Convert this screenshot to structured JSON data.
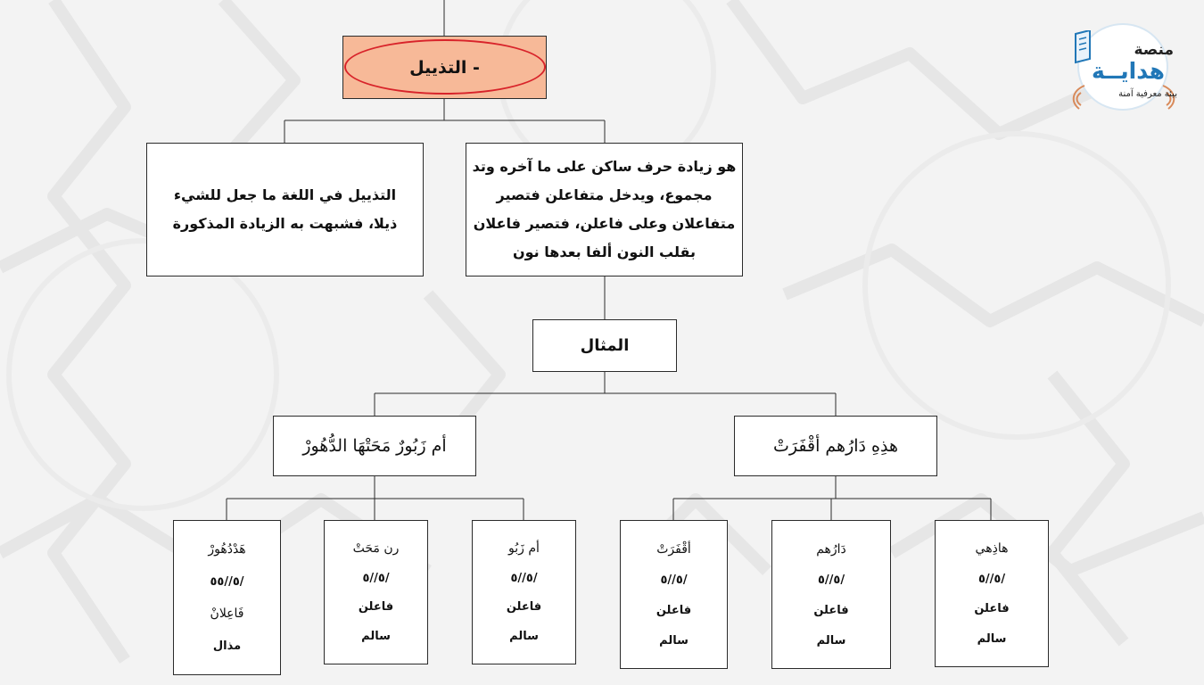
{
  "logo": {
    "line1": "منصة",
    "line2": "هدايــة",
    "line3": "بيئة معرفية آمنة"
  },
  "root": {
    "label": "- التذييل"
  },
  "definitions": {
    "right": "هو زيادة حرف ساكن على ما آخره وتد مجموع، ويدخل متفاعلن فتصير متفاعلان وعلى فاعلن، فتصير فاعلان بقلب النون ألفا بعدها نون",
    "left": "التذييل في اللغة ما جعل للشيء ذيلا، فشبهت به الزيادة المذكورة"
  },
  "example": {
    "label": "المثال"
  },
  "verse_halves": {
    "right": "هذِهِ دَارُهم أقْفَرَتْ",
    "left": "أم زَبُورٌ مَحَتْهَا الدُّهُورْ"
  },
  "leaves": [
    {
      "word": "هَدْدُهُورْ",
      "pattern": "/٥//٥٥",
      "foot": "فَاعِلانْ",
      "type": "مذال"
    },
    {
      "word": "رن مَحَتْ",
      "pattern": "/٥//٥",
      "foot": "فاعلن",
      "type": "سالم"
    },
    {
      "word": "أم زَبُو",
      "pattern": "/٥//٥",
      "foot": "فاعلن",
      "type": "سالم"
    },
    {
      "word": "أقْفَرَتْ",
      "pattern": "/٥//٥",
      "foot": "فاعلن",
      "type": "سالم"
    },
    {
      "word": "دَارُهم",
      "pattern": "/٥//٥",
      "foot": "فاعلن",
      "type": "سالم"
    },
    {
      "word": "هاذِهي",
      "pattern": "/٥//٥",
      "foot": "فاعلن",
      "type": "سالم"
    }
  ],
  "colors": {
    "root_fill": "#f7b998",
    "root_ellipse": "#d8232a",
    "logo_blue": "#2177b7"
  }
}
